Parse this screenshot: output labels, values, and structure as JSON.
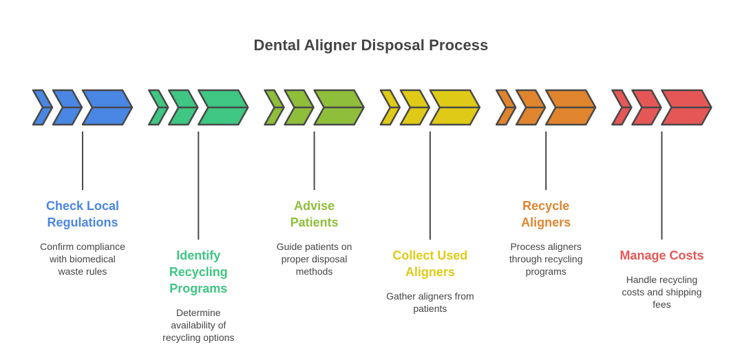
{
  "title": "Dental Aligner Disposal Process",
  "outline_color": "#484848",
  "steps": [
    {
      "title_lines": [
        "Check Local",
        "Regulations"
      ],
      "desc_lines": [
        "Confirm compliance",
        "with biomedical",
        "waste rules"
      ],
      "color": "#4a86e3",
      "position": "upper"
    },
    {
      "title_lines": [
        "Identify",
        "Recycling",
        "Programs"
      ],
      "desc_lines": [
        "Determine",
        "availability of",
        "recycling options"
      ],
      "color": "#3ec682",
      "position": "lower"
    },
    {
      "title_lines": [
        "Advise",
        "Patients"
      ],
      "desc_lines": [
        "Guide patients on",
        "proper disposal",
        "methods"
      ],
      "color": "#8fbe3a",
      "position": "upper"
    },
    {
      "title_lines": [
        "Collect Used",
        "Aligners"
      ],
      "desc_lines": [
        "Gather aligners from",
        "patients"
      ],
      "color": "#dfcb17",
      "position": "lower"
    },
    {
      "title_lines": [
        "Recycle",
        "Aligners"
      ],
      "desc_lines": [
        "Process aligners",
        "through recycling",
        "programs"
      ],
      "color": "#e0852e",
      "position": "upper"
    },
    {
      "title_lines": [
        "Manage Costs"
      ],
      "desc_lines": [
        "Handle recycling",
        "costs and shipping",
        "fees"
      ],
      "color": "#e55757",
      "position": "lower"
    }
  ]
}
